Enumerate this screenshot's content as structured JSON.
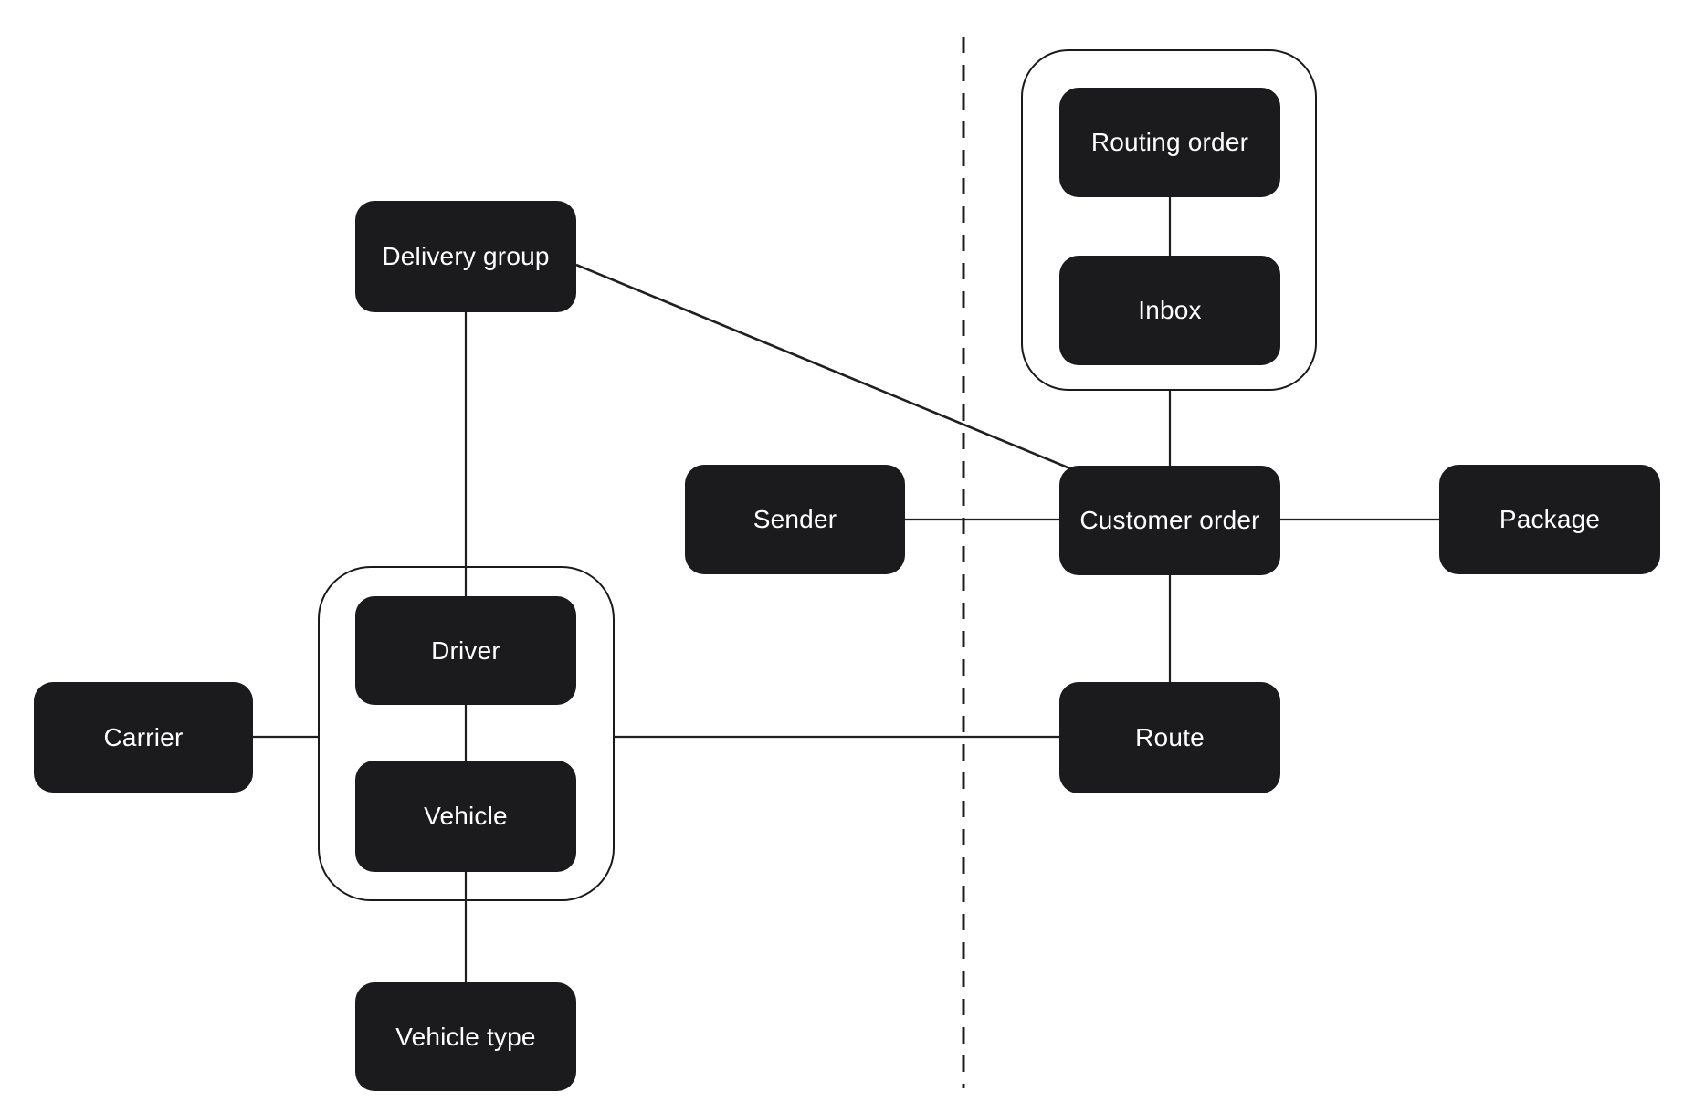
{
  "diagram": {
    "colors": {
      "background": "#ffffff",
      "node_fill": "#1b1b1d",
      "node_text": "#ffffff",
      "edge": "#1f1f1f",
      "group_border": "#1a1a1a"
    },
    "nodes": {
      "delivery_group": {
        "label": "Delivery group"
      },
      "routing_order": {
        "label": "Routing order"
      },
      "inbox": {
        "label": "Inbox"
      },
      "sender": {
        "label": "Sender"
      },
      "customer_order": {
        "label": "Customer order"
      },
      "package": {
        "label": "Package"
      },
      "driver": {
        "label": "Driver"
      },
      "vehicle": {
        "label": "Vehicle"
      },
      "carrier": {
        "label": "Carrier"
      },
      "route": {
        "label": "Route"
      },
      "vehicle_type": {
        "label": "Vehicle type"
      }
    },
    "groups": [
      {
        "id": "routing_inbox_group",
        "members": [
          "routing_order",
          "inbox"
        ],
        "label": ""
      },
      {
        "id": "driver_vehicle_group",
        "members": [
          "driver",
          "vehicle"
        ],
        "label": ""
      }
    ],
    "edges": [
      {
        "from": "delivery_group",
        "to": "driver"
      },
      {
        "from": "delivery_group",
        "to": "customer_order"
      },
      {
        "from": "sender",
        "to": "customer_order"
      },
      {
        "from": "customer_order",
        "to": "package"
      },
      {
        "from": "routing_order",
        "to": "inbox"
      },
      {
        "from": "routing_inbox_group",
        "to": "customer_order"
      },
      {
        "from": "customer_order",
        "to": "route"
      },
      {
        "from": "driver",
        "to": "vehicle"
      },
      {
        "from": "vehicle",
        "to": "vehicle_type"
      },
      {
        "from": "carrier",
        "to": "driver_vehicle_group"
      },
      {
        "from": "driver_vehicle_group",
        "to": "route"
      }
    ],
    "separator": {
      "type": "vertical-dashed-line"
    }
  }
}
